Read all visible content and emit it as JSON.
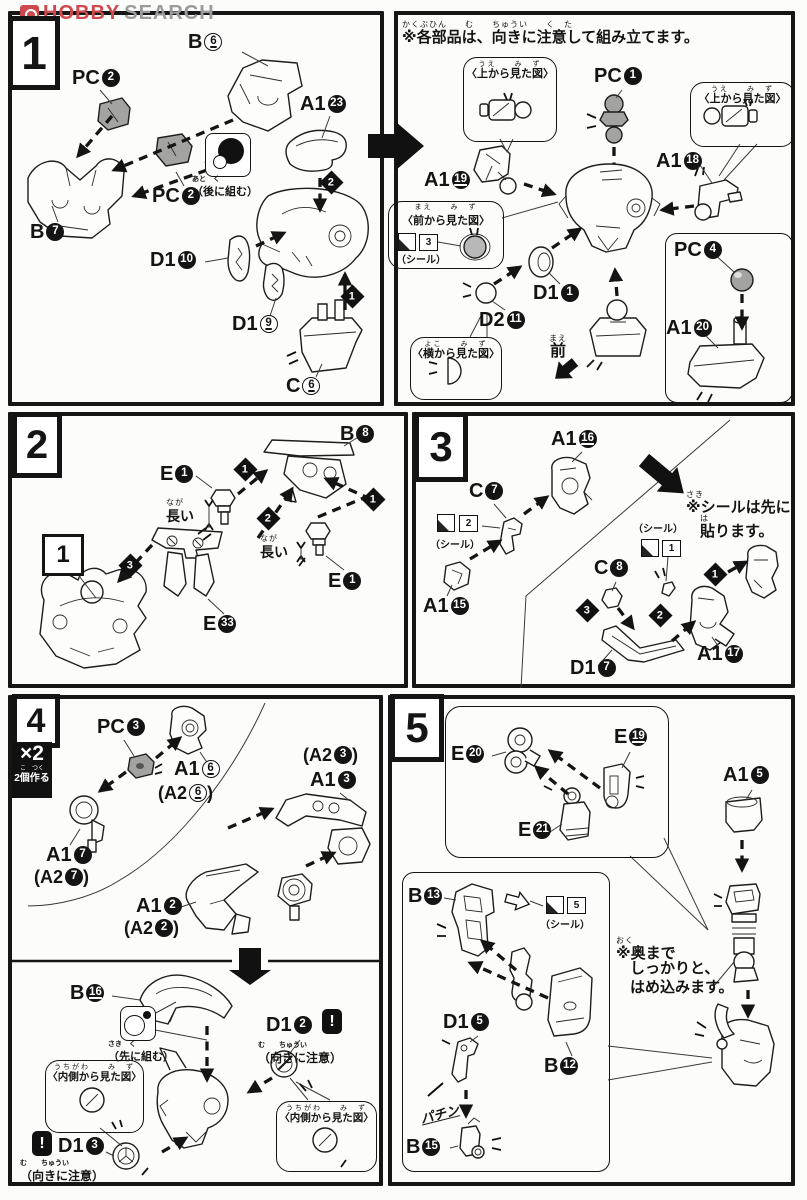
{
  "colors": {
    "ink": "#141414",
    "logo_red": "#cf4a4e",
    "logo_gray": "#9b9b9b",
    "polycap_gray": "#a3a3a1",
    "paper": "#fcfcfa"
  },
  "logo": {
    "brand_left": "HOBBY",
    "brand_right": "SEARCH"
  },
  "step1": {
    "number": "1",
    "left": {
      "labels": {
        "b6": {
          "prefix": "B",
          "num": "6"
        },
        "pc2_top": {
          "prefix": "PC",
          "num": "2"
        },
        "pc2_mid": {
          "prefix": "PC",
          "num": "2"
        },
        "a1_23": {
          "prefix": "A1",
          "num": "23"
        },
        "b7": {
          "prefix": "B",
          "num": "7"
        },
        "d1_10": {
          "prefix": "D1",
          "num": "10"
        },
        "d1_9": {
          "prefix": "D1",
          "num": "9"
        },
        "c6": {
          "prefix": "C",
          "num": "6"
        }
      },
      "assemble_later": {
        "furigana": "あと　く",
        "text": "（後に組む）"
      },
      "markers": {
        "m1": "1",
        "m2": "2"
      }
    },
    "right": {
      "note": {
        "furigana": "かくぶひん　　む　　ちゅうい　　く　た",
        "text": "※各部品は、向きに注意して組み立てます。"
      },
      "view_top_left": {
        "furigana": "うえ　　み　ず",
        "text": "〈上から見た図〉"
      },
      "view_top_right": {
        "furigana": "うえ　　み　ず",
        "text": "〈上から見た図〉"
      },
      "view_front": {
        "furigana": "まえ　　み　ず",
        "text": "〈前から見た図〉"
      },
      "view_side": {
        "furigana": "よこ　　み　ず",
        "text": "〈横から見た図〉"
      },
      "seal_front": {
        "num": "3",
        "label": "（シール）"
      },
      "front_marker": {
        "furigana": "まえ",
        "text": "前"
      },
      "labels": {
        "pc1": {
          "prefix": "PC",
          "num": "1"
        },
        "a1_19": {
          "prefix": "A1",
          "num": "19"
        },
        "a1_18": {
          "prefix": "A1",
          "num": "18"
        },
        "d1_1": {
          "prefix": "D1",
          "num": "1"
        },
        "d2_11": {
          "prefix": "D2",
          "num": "11"
        },
        "pc4": {
          "prefix": "PC",
          "num": "4"
        },
        "a1_20": {
          "prefix": "A1",
          "num": "20"
        }
      }
    }
  },
  "step2": {
    "number": "2",
    "ref_box": "1",
    "long_a": {
      "furigana": "なが",
      "text": "長い"
    },
    "long_b": {
      "furigana": "なが",
      "text": "長い"
    },
    "labels": {
      "b8": {
        "prefix": "B",
        "num": "8"
      },
      "e1_a": {
        "prefix": "E",
        "num": "1"
      },
      "e1_b": {
        "prefix": "E",
        "num": "1"
      },
      "e33": {
        "prefix": "E",
        "num": "33"
      }
    },
    "markers": {
      "m1a": "1",
      "m2": "2",
      "m1b": "1",
      "m3": "3"
    }
  },
  "step3": {
    "number": "3",
    "seal_note": {
      "furigana1": "さき",
      "line1": "※シールは先に",
      "furigana2": "は",
      "line2": "貼ります。"
    },
    "seal2": {
      "num": "2",
      "label": "（シール）"
    },
    "seal1": {
      "num": "1",
      "label": "（シール）"
    },
    "labels": {
      "a1_16": {
        "prefix": "A1",
        "num": "16"
      },
      "c7": {
        "prefix": "C",
        "num": "7"
      },
      "a1_15": {
        "prefix": "A1",
        "num": "15"
      },
      "c8": {
        "prefix": "C",
        "num": "8"
      },
      "d1_7": {
        "prefix": "D1",
        "num": "7"
      },
      "a1_17": {
        "prefix": "A1",
        "num": "17"
      }
    },
    "markers": {
      "m1": "1",
      "m2": "2",
      "m3": "3"
    }
  },
  "step4": {
    "number": "4",
    "times": {
      "x2": "×2",
      "furigana": "こ　つく",
      "text": "2個作る"
    },
    "labels": {
      "pc3": {
        "prefix": "PC",
        "num": "3"
      },
      "a1_6": {
        "prefix": "A1",
        "num": "6"
      },
      "a2_6": {
        "prefix": "(A2",
        "num": "6",
        "suffix": ")"
      },
      "a2_3": {
        "prefix": "(A2",
        "num": "3",
        "suffix": ")"
      },
      "a1_3": {
        "prefix": "A1",
        "num": "3"
      },
      "a1_7": {
        "prefix": "A1",
        "num": "7"
      },
      "a2_7": {
        "prefix": "(A2",
        "num": "7",
        "suffix": ")"
      },
      "a1_2": {
        "prefix": "A1",
        "num": "2"
      },
      "a2_2": {
        "prefix": "(A2",
        "num": "2",
        "suffix": ")"
      },
      "b16": {
        "prefix": "B",
        "num": "16"
      },
      "d1_2": {
        "prefix": "D1",
        "num": "2"
      },
      "d1_3": {
        "prefix": "D1",
        "num": "3"
      }
    },
    "assemble_first": {
      "furigana": "さき　く",
      "text": "（先に組む）"
    },
    "orient_note_right": {
      "furigana": "む　　ちゅうい",
      "text": "（向きに注意）"
    },
    "orient_note_left": {
      "furigana": "む　　ちゅうい",
      "text": "（向きに注意）"
    },
    "view_inner_left": {
      "furigana": "うちがわ　　み　ず",
      "text": "〈内側から見た図〉"
    },
    "view_inner_right": {
      "furigana": "うちがわ　　み　ず",
      "text": "〈内側から見た図〉"
    },
    "warning_mark": "!"
  },
  "step5": {
    "number": "5",
    "labels": {
      "e20": {
        "prefix": "E",
        "num": "20"
      },
      "e19": {
        "prefix": "E",
        "num": "19"
      },
      "e21": {
        "prefix": "E",
        "num": "21"
      },
      "a1_5": {
        "prefix": "A1",
        "num": "5"
      },
      "b13": {
        "prefix": "B",
        "num": "13"
      },
      "d1_5": {
        "prefix": "D1",
        "num": "5"
      },
      "b12": {
        "prefix": "B",
        "num": "12"
      },
      "b15": {
        "prefix": "B",
        "num": "15"
      }
    },
    "seal5": {
      "num": "5",
      "label": "（シール）"
    },
    "snap": {
      "text": "パチン"
    },
    "fit_note": {
      "furigana": "おく",
      "line1": "※奥まで",
      "line2": "しっかりと、",
      "line3": "はめ込みます。"
    }
  }
}
